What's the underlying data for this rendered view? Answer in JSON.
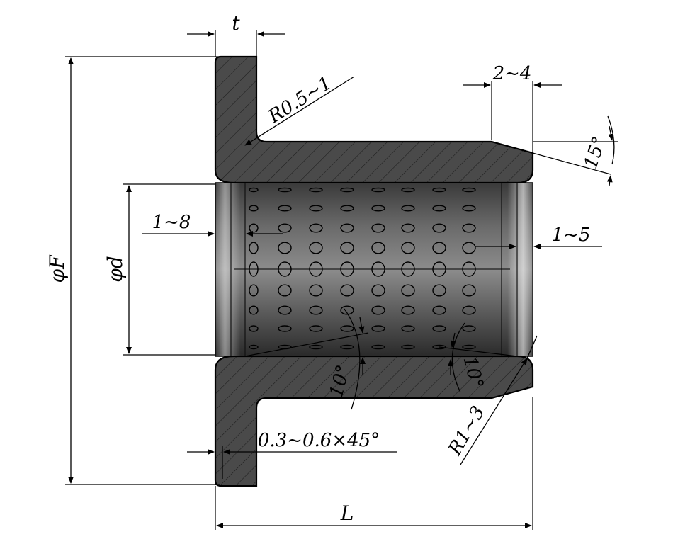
{
  "figure": {
    "labels": {
      "flange_thickness": "t",
      "fillet_radius": "R0.5~1",
      "chamfer_length": "2~4",
      "chamfer_angle": "15°",
      "edge_zone": "1~8",
      "end_zone": "1~5",
      "flange_diameter": "φF",
      "bore_diameter": "φd",
      "left_angle": "10°",
      "right_angle": "10°",
      "edge_chamfer": "0.3~0.6×45°",
      "end_radius": "R1~3",
      "length": "L"
    },
    "colors": {
      "body": "#4a4a4a",
      "bore_dark": "#2e2e2e",
      "bore_light": "#8a8a8a",
      "hatch": "#1a1a1a",
      "lines": "#000000"
    }
  }
}
